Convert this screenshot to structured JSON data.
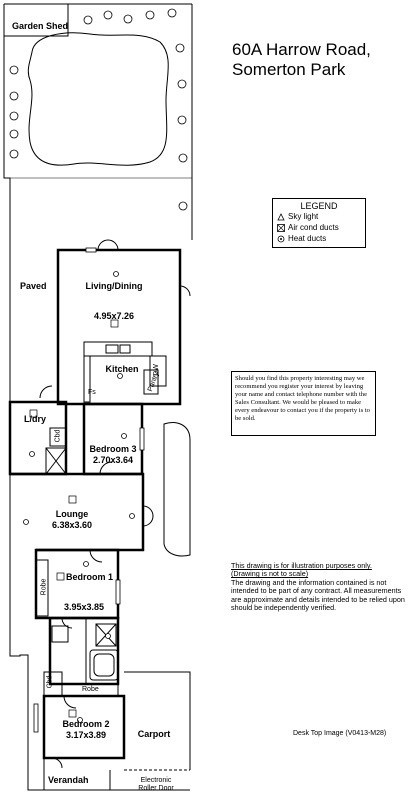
{
  "address": {
    "line1": "60A  Harrow Road,",
    "line2": "Somerton Park"
  },
  "legend": {
    "title": "LEGEND",
    "items": [
      {
        "label": "Sky light",
        "icon": "sky-light-icon"
      },
      {
        "label": "Air cond ducts",
        "icon": "air-cond-duct-icon"
      },
      {
        "label": "Heat ducts",
        "icon": "heat-duct-icon"
      }
    ]
  },
  "rooms": {
    "garden_shed": "Garden Shed",
    "paved": "Paved",
    "living": {
      "name": "Living/Dining",
      "size": "4.95x7.26"
    },
    "kitchen": "Kitchen",
    "pantry": "Pantry",
    "dw": "DW",
    "fs": "Fs",
    "ldry": "L/dry",
    "cbd": "Cbd",
    "bedroom3": {
      "name": "Bedroom 3",
      "size": "2.70x3.64"
    },
    "lounge": {
      "name": "Lounge",
      "size": "6.38x3.60"
    },
    "bedroom1": {
      "name": "Bedroom 1",
      "size": "3.95x3.85"
    },
    "robe": "Robe",
    "bedroom2": {
      "name": "Bedroom 2",
      "size": "3.17x3.89"
    },
    "carport": "Carport",
    "verandah": "Verandah",
    "roller_door": {
      "line1": "Electronic",
      "line2": "Roller Door"
    }
  },
  "notice": "Should you find this property interesting may we recommend you register your interest by leaving your name and contact telephone number with the Sales Consultant. We would be pleased to make every endeavour to contact you if the property is to be sold.",
  "disclaimer": {
    "line1": "This drawing is for illustration purposes only.",
    "line2": "(Drawing is not to scale)",
    "body": "The drawing and the information contained is not intended to be part of any contract.  All measurements are approximate and details intended to be relied upon should be independently verified."
  },
  "image_code": "Desk Top Image  (V0413-M28)"
}
